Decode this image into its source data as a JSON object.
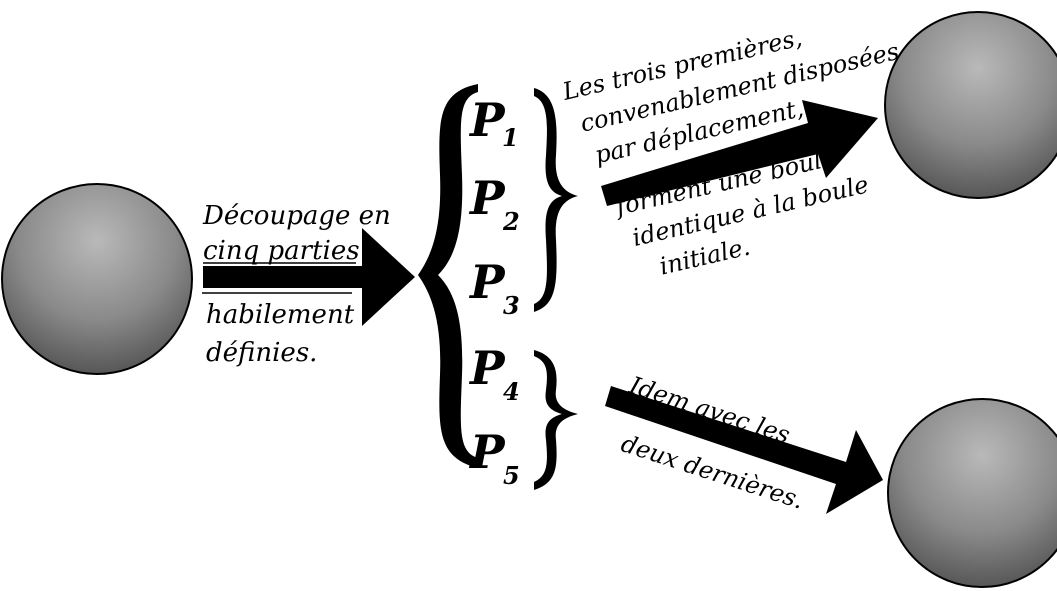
{
  "colors": {
    "sphere_light": "#b9b9b9",
    "sphere_mid": "#8a8a8a",
    "sphere_dark": "#4e4e4e",
    "ink": "#000000",
    "background": "#ffffff"
  },
  "left_caption": {
    "line1": "Découpage en",
    "line2": "cinq parties",
    "line3": "habilement",
    "line4": "définies."
  },
  "parts": [
    {
      "letter": "P",
      "index": "1"
    },
    {
      "letter": "P",
      "index": "2"
    },
    {
      "letter": "P",
      "index": "3"
    },
    {
      "letter": "P",
      "index": "4"
    },
    {
      "letter": "P",
      "index": "5"
    }
  ],
  "top_caption": {
    "line1": "Les trois premières,",
    "line2": "convenablement disposées",
    "line3": "par déplacement,",
    "line4": "forment une boule",
    "line5": "identique à la boule",
    "line6": "initiale."
  },
  "bottom_caption": {
    "line1": "Idem avec les",
    "line2": "deux dernières."
  }
}
